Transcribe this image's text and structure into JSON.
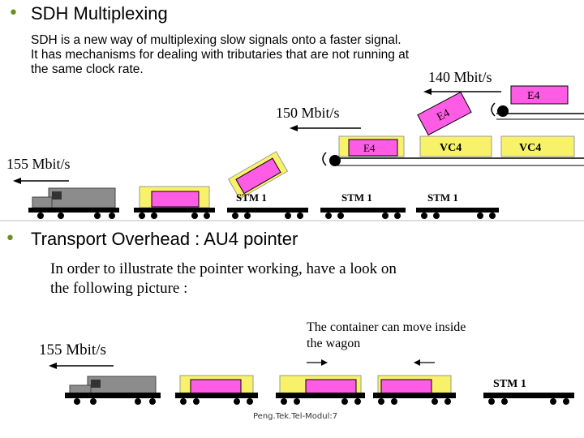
{
  "section1": {
    "bullet": "•",
    "title": "SDH Multiplexing",
    "text_lines": [
      "SDH is a new way of multiplexing slow signals onto a faster signal.",
      "It has mechanisms for dealing with tributaries that are not running at",
      "the same clock rate."
    ]
  },
  "diagram1": {
    "rate_140": "140 Mbit/s",
    "rate_150": "150 Mbit/s",
    "rate_155": "155 Mbit/s",
    "label_e4_tilted": "E4",
    "label_e4_top": "E4",
    "label_e4": "E4",
    "label_vc4_a": "VC4",
    "label_vc4_b": "VC4",
    "label_stm_a": "STM 1",
    "label_stm_b": "STM 1",
    "label_stm_c": "STM 1"
  },
  "section2": {
    "bullet": "•",
    "title": "Transport Overhead : AU4 pointer",
    "text_lines": [
      "In order to illustrate the pointer working, have a look on",
      "the following picture :"
    ]
  },
  "diagram2": {
    "rate_155": "155 Mbit/s",
    "note_lines": [
      "The container can move inside",
      "the wagon"
    ],
    "label_stm": "STM 1"
  },
  "footer": {
    "text": "Peng.Tek.Tel-Modul:7"
  },
  "colors": {
    "magenta": "#ff5ce6",
    "yellow": "#f8f26a",
    "bullet": "#6b8e23",
    "gray": "#8c8c8c"
  }
}
